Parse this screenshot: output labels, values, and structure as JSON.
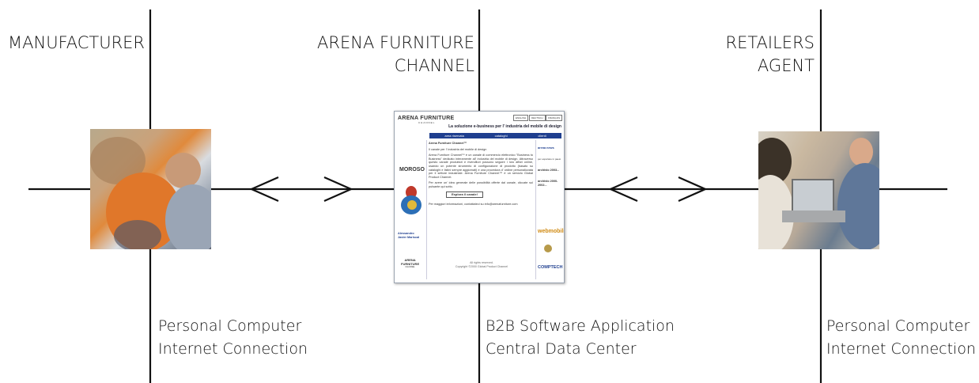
{
  "columns": [
    {
      "title_lines": [
        "MANUFACTURER"
      ],
      "caption_lines": [
        "Personal Computer",
        "Internet Connection"
      ]
    },
    {
      "title_lines": [
        "ARENA FURNITURE",
        "CHANNEL"
      ],
      "caption_lines": [
        "B2B Software Application",
        "Central Data Center"
      ]
    },
    {
      "title_lines": [
        "RETAILERS",
        "AGENT"
      ],
      "caption_lines": [
        "Personal Computer",
        "Internet Connection"
      ]
    }
  ],
  "website": {
    "logo": "ARENA FURNITURE",
    "logo_sub": "CHANNEL",
    "languages": [
      "ENGLISH",
      "DEUTSCH",
      "FRANÇAIS"
    ],
    "tagline": "La soluzione e-business per l' industria del mobile di design",
    "nav": [
      "area riservata",
      "cataloghi",
      "clienti"
    ],
    "left_brand": "MOROSO",
    "left_names": [
      "Alessandro",
      "Javier Mariscal"
    ],
    "left_footer_logo": [
      "ARENA",
      "FURNITURE",
      "CHANNEL"
    ],
    "heading": "Arena Furniture Channel™",
    "subheading": "Il canale per l' industria del mobile di design",
    "body": "Arena Furniture Channel™ è un canale di commercio elettronico \"Business to Business\" dedicato interamente all' industria del mobile di design. Attraverso questo canale produttori e rivenditori possono seguire i loro affari online, usando un potente strumento di configurazione di prodotto (basato su cataloghi e listini sempre aggiornati) e una procedura d' ordine personalizzata per il settore industriale. Arena Furniture Channel™ è un servizio Global Product Channel.",
    "body2": "Per avere un' idea generale delle possibilità offerte dal canale, cliccate sul pulsante qui sotto.",
    "button": "Esplora il canale!",
    "contact": "Per maggiori informazioni, contattateci su info@arenafurniture.com",
    "footer": [
      "All rights reserved.",
      "Copyright ©2000 Global Product Channel"
    ],
    "right_items": [
      "arena news",
      "per esportare in paesi",
      "archivio 2003...",
      "archivio 2000-2002..."
    ],
    "right_brands": [
      "webmobili",
      "COMPTECH"
    ]
  },
  "colors": {
    "line": "#111111",
    "nav": "#1f3f8f",
    "brand_red": "#c0392b"
  }
}
